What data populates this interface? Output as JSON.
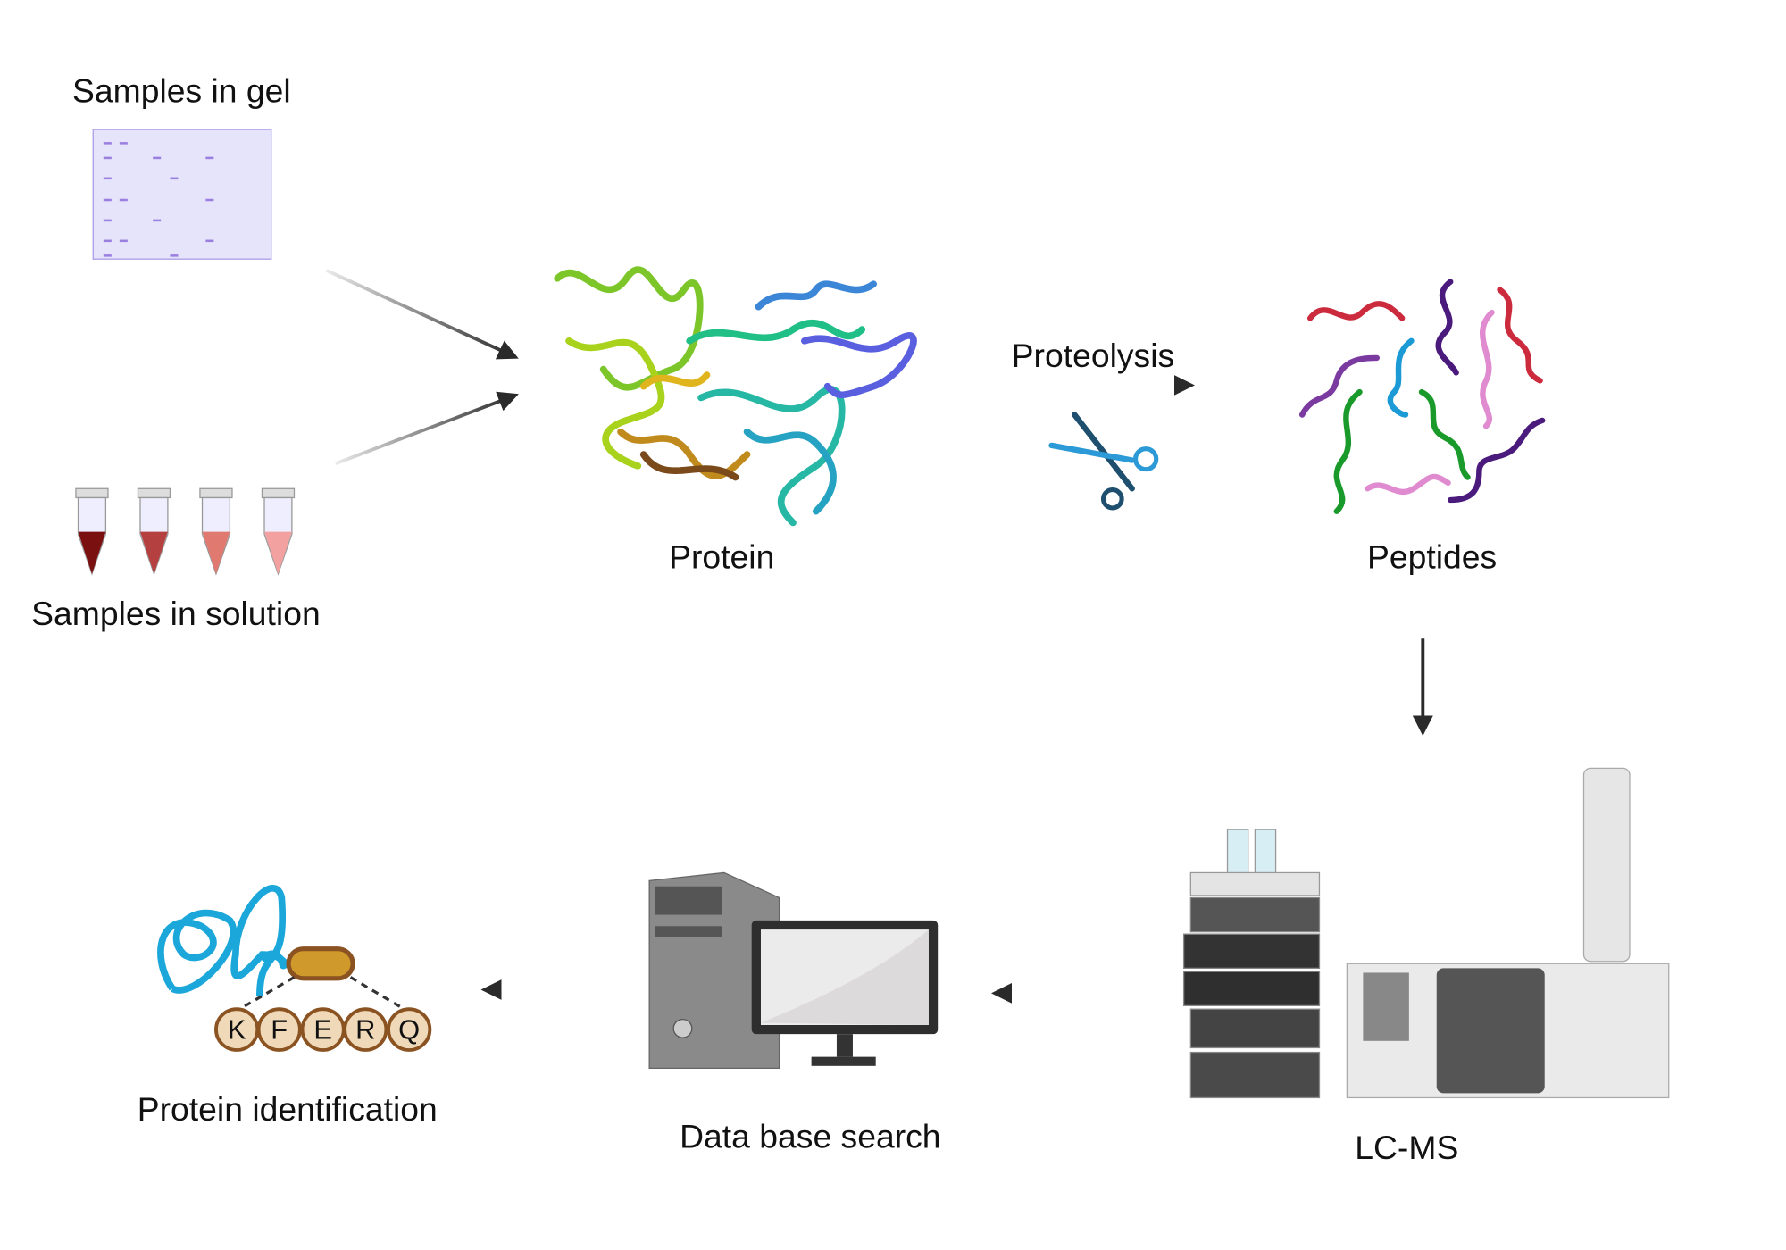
{
  "labels": {
    "samples_gel": "Samples in gel",
    "samples_solution": "Samples in solution",
    "protein": "Protein",
    "proteolysis": "Proteolysis",
    "peptides": "Peptides",
    "lcms": "LC-MS",
    "database_search": "Data base search",
    "protein_identification": "Protein identification"
  },
  "sequence": [
    "K",
    "F",
    "E",
    "R",
    "Q"
  ],
  "icons": [
    "gel-icon",
    "tube-icon",
    "protein-structure-icon",
    "scissors-icon",
    "peptides-icon",
    "lc-ms-instrument-icon",
    "computer-icon",
    "protein-sequence-icon"
  ],
  "colors": {
    "arrow": "#2a2a2a",
    "gel": "#e6e4fb",
    "gel_band": "#9a7fe0",
    "bead_fill": "#efd9b8",
    "bead_stroke": "#8a5321",
    "chain": "#1ba7d9",
    "motif": "#cf9a2b"
  }
}
